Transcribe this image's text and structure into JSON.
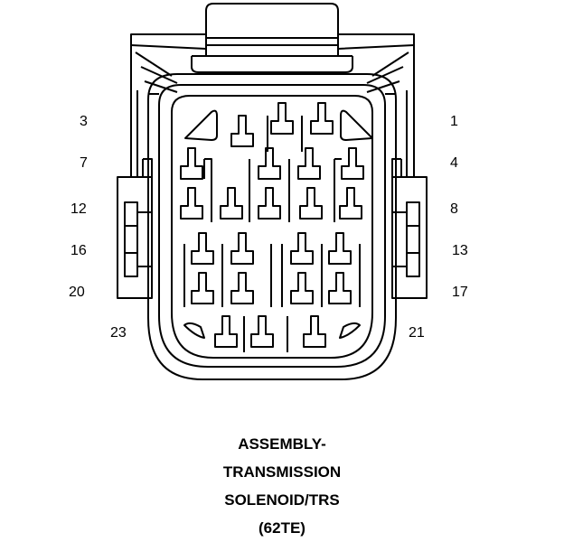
{
  "pin_labels": {
    "p1": "1",
    "p3": "3",
    "p4": "4",
    "p7": "7",
    "p8": "8",
    "p12": "12",
    "p13": "13",
    "p16": "16",
    "p17": "17",
    "p20": "20",
    "p21": "21",
    "p23": "23"
  },
  "caption": {
    "line1": "ASSEMBLY-",
    "line2": "TRANSMISSION",
    "line3": "SOLENOID/TRS",
    "line4": "(62TE)"
  }
}
